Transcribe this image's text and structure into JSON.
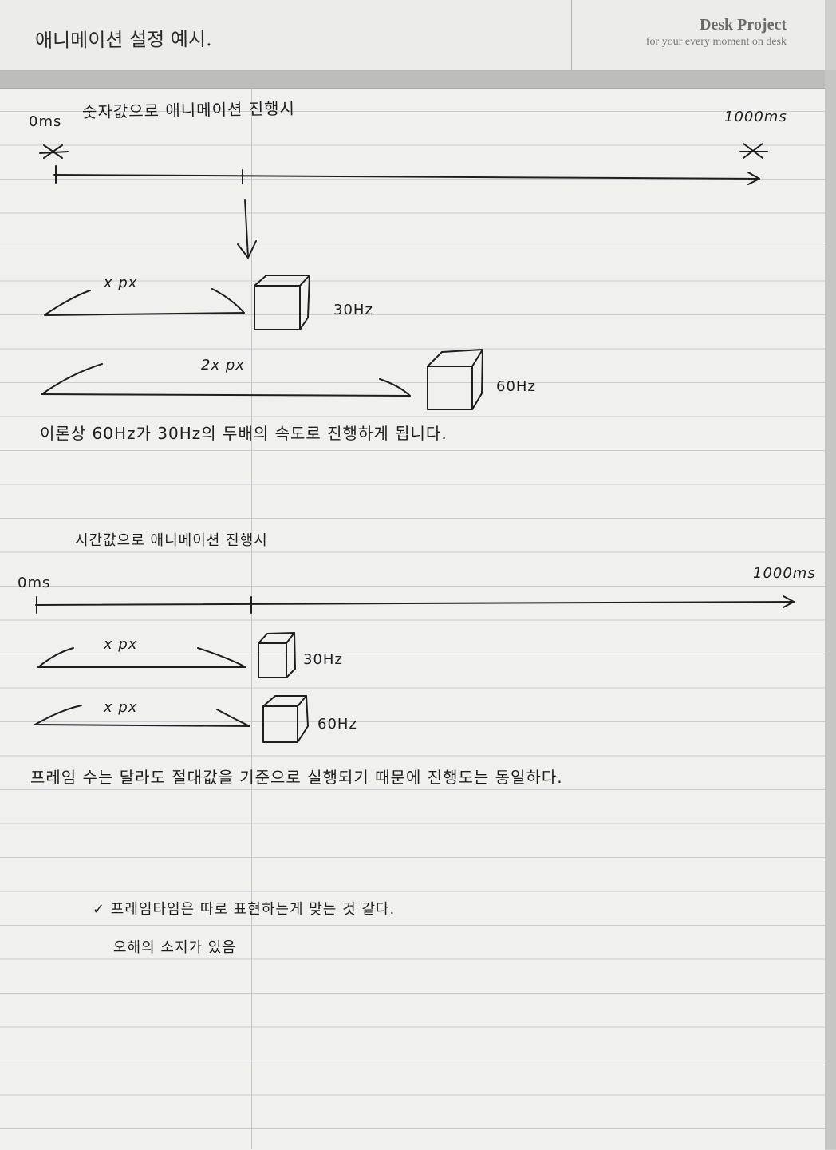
{
  "header": {
    "title": "애니메이션 설정 예시.",
    "brand_name": "Desk Project",
    "brand_tagline": "for your every moment on desk"
  },
  "section1": {
    "heading": "숫자값으로 애니메이션 진행시",
    "start_label": "0ms",
    "end_label": "1000ms",
    "row1_distance": "x px",
    "row1_rate": "30Hz",
    "row2_distance": "2x px",
    "row2_rate": "60Hz",
    "conclusion": "이론상 60Hz가 30Hz의 두배의 속도로 진행하게 됩니다."
  },
  "section2": {
    "heading": "시간값으로 애니메이션 진행시",
    "start_label": "0ms",
    "end_label": "1000ms",
    "row1_distance": "x px",
    "row1_rate": "30Hz",
    "row2_distance": "x px",
    "row2_rate": "60Hz",
    "conclusion": "프레임 수는 달라도 절대값을 기준으로 실행되기 때문에 진행도는 동일하다."
  },
  "notes": {
    "line1": "✓ 프레임타임은 따로 표현하는게 맞는 것 같다.",
    "line2": "오해의 소지가 있음"
  },
  "colors": {
    "ink": "#1e1e1e",
    "paper": "#f0f0ee",
    "rule_line": "#c7cdd3"
  }
}
